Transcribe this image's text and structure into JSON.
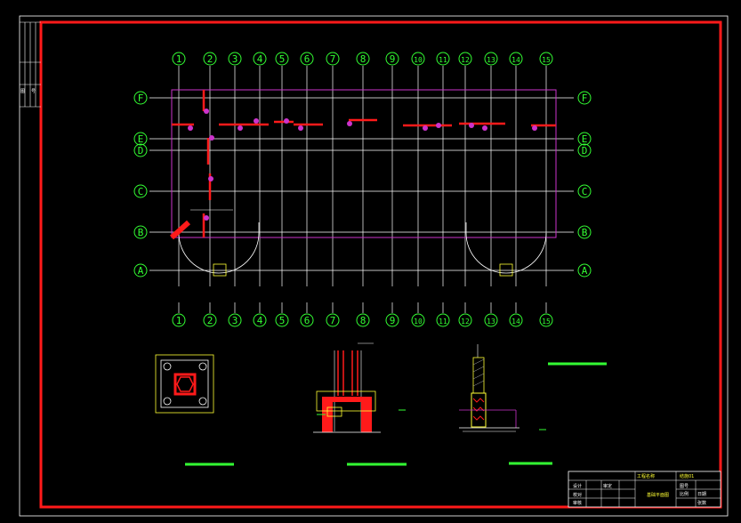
{
  "drawing": {
    "colors": {
      "background": "#000000",
      "border": "#ff1a1a",
      "grid_line": "#ffffff",
      "bubble": "#33ff33",
      "outline": "#cc33cc",
      "column": "#ff1a1a",
      "detail_yellow": "#ffff33",
      "scale_bar": "#33ff33"
    },
    "axes_top": [
      "1",
      "2",
      "3",
      "4",
      "5",
      "6",
      "7",
      "8",
      "9",
      "10",
      "11",
      "12",
      "13",
      "14",
      "15"
    ],
    "axes_bottom": [
      "1",
      "2",
      "3",
      "4",
      "5",
      "6",
      "7",
      "8",
      "9",
      "10",
      "11",
      "12",
      "13",
      "14",
      "15"
    ],
    "axes_left": [
      "F",
      "E",
      "D",
      "C",
      "B",
      "A"
    ],
    "axes_right": [
      "F",
      "E",
      "D",
      "C",
      "B",
      "A"
    ],
    "title_block": {
      "project": "工程名称",
      "drawing_title": "基础平面图",
      "drawing_no": "结施01",
      "rows": [
        "设计",
        "校对",
        "审核",
        "审定"
      ],
      "right_rows": [
        "图号",
        "比例",
        "日期",
        "张数"
      ]
    },
    "sidebar_labels": [
      "图",
      "号"
    ]
  }
}
